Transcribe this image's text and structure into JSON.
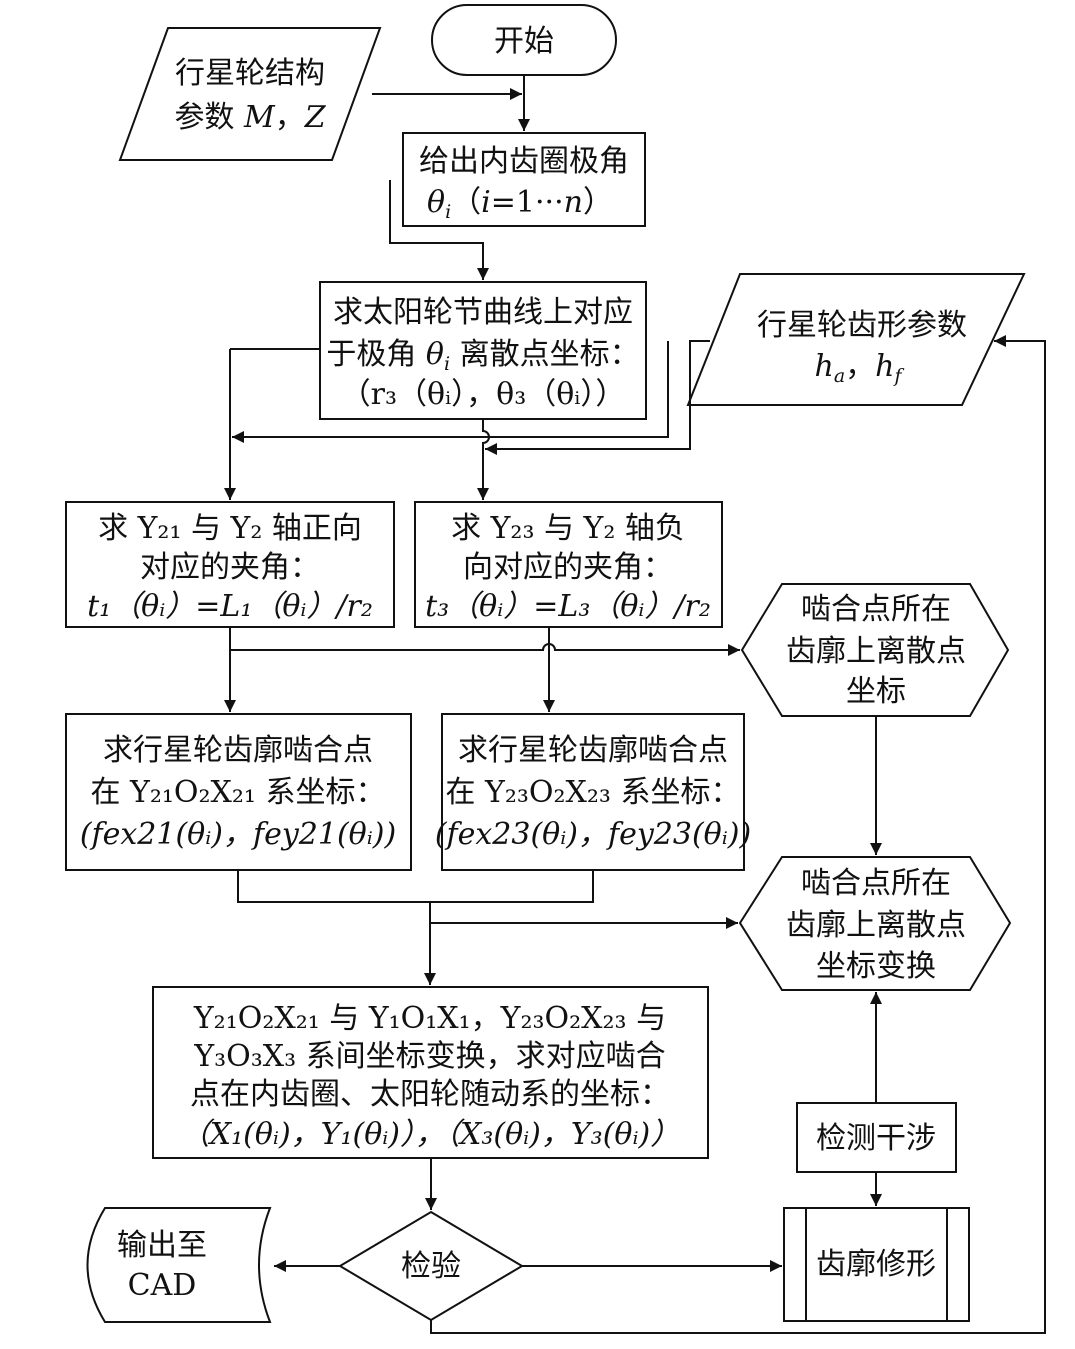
{
  "nodes": {
    "start": "开始",
    "planet_params": {
      "line1": "行星轮结构",
      "line2_a": "参数 ",
      "line2_m": "M",
      "line2_sep": "，",
      "line2_z": "Z"
    },
    "ring_angle": {
      "line1": "给出内齿圈极角",
      "theta": "θ",
      "theta_sub": "i",
      "paren": "（",
      "i": "i",
      "eq": "=1···",
      "n": "n",
      "close": "）"
    },
    "sun_coords": {
      "line1": "求太阳轮节曲线上对应",
      "line2_a": "于极角 ",
      "theta": "θ",
      "theta_sub": "i",
      "line2_b": " 离散点坐标：",
      "line3": "（r₃（θᵢ），θ₃（θᵢ））"
    },
    "tooth_params": {
      "line1": "行星轮齿形参数",
      "ha": "h",
      "ha_sub": "a",
      "sep": "，",
      "hf": "h",
      "hf_sub": "f"
    },
    "angle21": {
      "line1": "求 Y₂₁ 与 Y₂ 轴正向",
      "line2": "对应的夹角：",
      "line3": "t₁（θᵢ）=L₁（θᵢ）/r₂"
    },
    "angle23": {
      "line1": "求 Y₂₃ 与 Y₂ 轴负",
      "line2": "向对应的夹角：",
      "line3": "t₃（θᵢ）=L₃（θᵢ）/r₂"
    },
    "mesh_coords1": {
      "line1": "啮合点所在",
      "line2": "齿廓上离散点",
      "line3": "坐标"
    },
    "mesh21": {
      "line1": "求行星轮齿廓啮合点",
      "line2": "在 Y₂₁O₂X₂₁ 系坐标：",
      "line3": "(fex21(θᵢ)，fey21(θᵢ))"
    },
    "mesh23": {
      "line1": "求行星轮齿廓啮合点",
      "line2": "在 Y₂₃O₂X₂₃ 系坐标：",
      "line3": "(fex23(θᵢ)，fey23(θᵢ))"
    },
    "mesh_transform": {
      "line1": "啮合点所在",
      "line2": "齿廓上离散点",
      "line3": "坐标变换"
    },
    "transform": {
      "line1": "Y₂₁O₂X₂₁ 与 Y₁O₁X₁，Y₂₃O₂X₂₃ 与",
      "line2": "Y₃O₃X₃ 系间坐标变换，求对应啮合",
      "line3": "点在内齿圈、太阳轮随动系的坐标：",
      "line4": "（X₁(θᵢ)，Y₁(θᵢ)），（X₃(θᵢ)，Y₃(θᵢ)）"
    },
    "interference": "检测干涉",
    "output": {
      "line1": "输出至",
      "line2": "CAD"
    },
    "check": "检验",
    "modify": "齿廓修形"
  }
}
